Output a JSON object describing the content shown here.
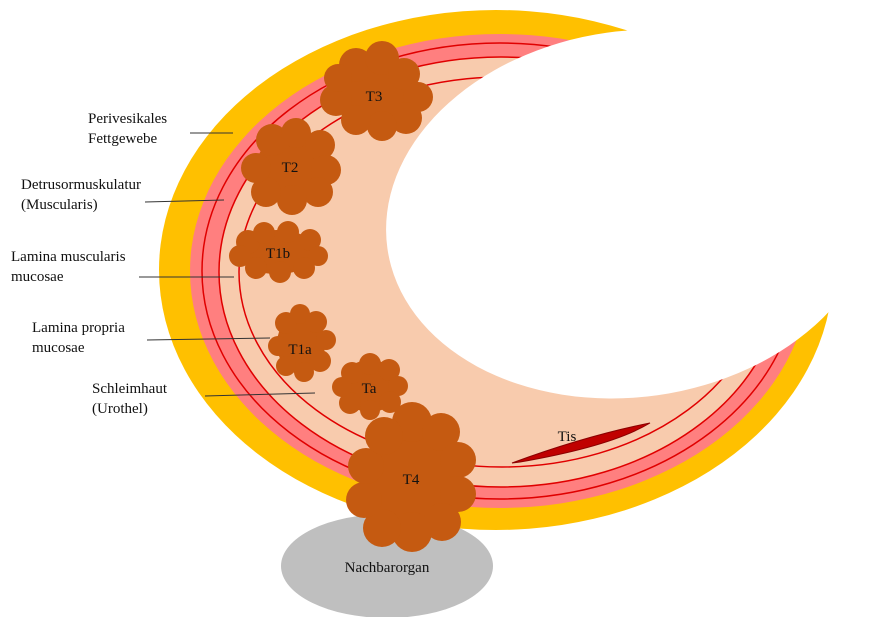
{
  "colors": {
    "fat": "#FFC000",
    "muscle": "#FF7F7F",
    "mucosa": "#F8CBAD",
    "layer_line": "#E00000",
    "tumor": "#C55A11",
    "tis": "#C00000",
    "organ": "#BFBFBF",
    "lumen": "#FFFFFF"
  },
  "labels": {
    "fat": [
      "Perivesikales",
      "Fettgewebe"
    ],
    "muscle": [
      "Detrusormuskulatur",
      "(Muscularis)"
    ],
    "muscularis_mucosae": [
      "Lamina muscularis",
      "mucosae"
    ],
    "propria": [
      "Lamina propria",
      "mucosae"
    ],
    "urothel": [
      "Schleimhaut",
      "(Urothel)"
    ]
  },
  "tumors": {
    "t3": "T3",
    "t2": "T2",
    "t1b": "T1b",
    "t1a": "T1a",
    "ta": "Ta",
    "t4": "T4",
    "tis": "Tis"
  },
  "organ_label": "Nachbarorgan"
}
